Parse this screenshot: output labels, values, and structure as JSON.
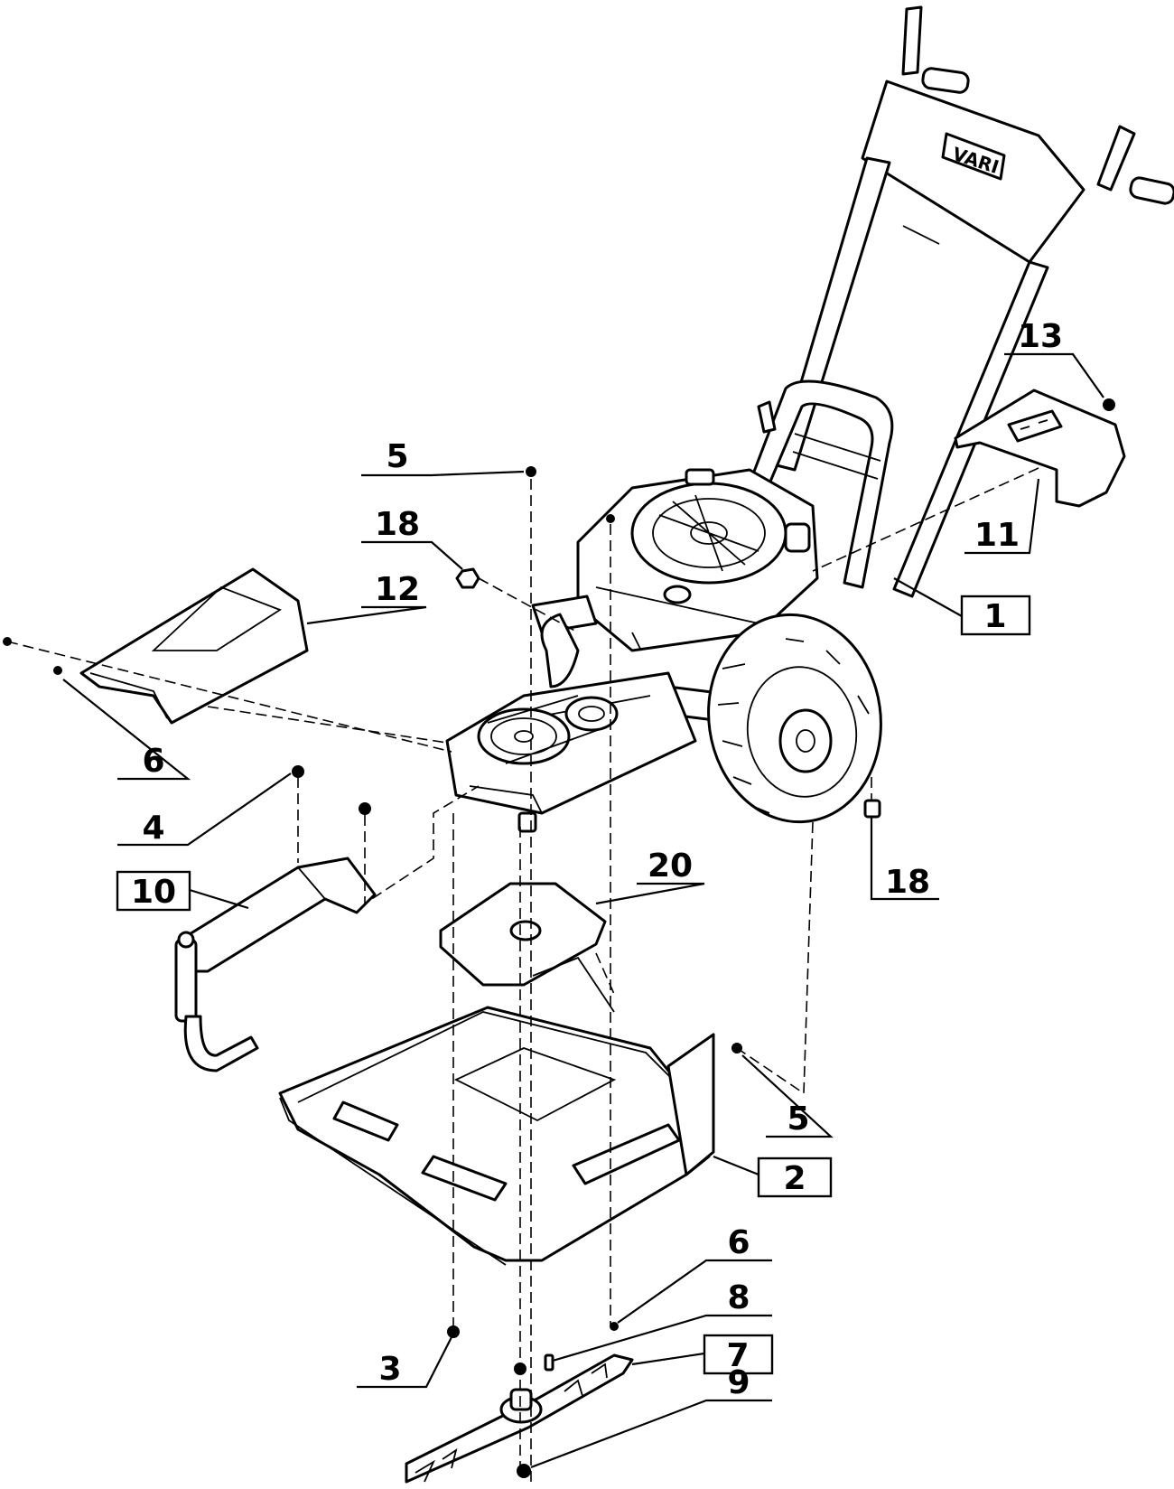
{
  "callouts": {
    "c1": "1",
    "c2": "2",
    "c3": "3",
    "c4": "4",
    "c5_top": "5",
    "c5_right": "5",
    "c6_left": "6",
    "c6_bottom": "6",
    "c7": "7",
    "c8": "8",
    "c9": "9",
    "c10": "10",
    "c11": "11",
    "c12": "12",
    "c13": "13",
    "c18_left": "18",
    "c18_right": "18",
    "c20": "20"
  }
}
